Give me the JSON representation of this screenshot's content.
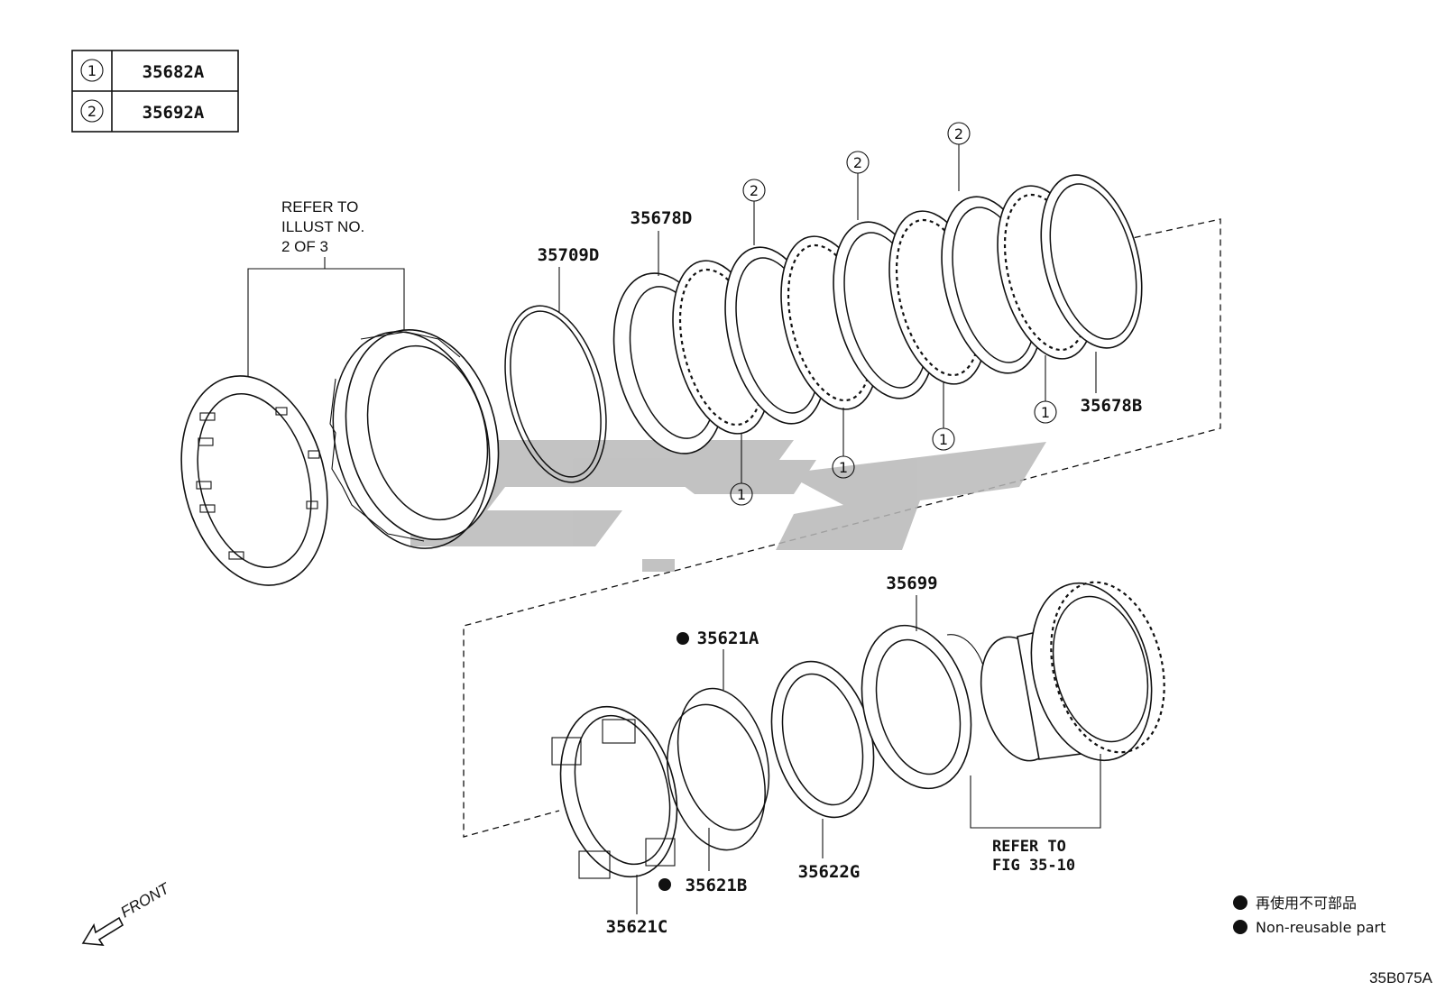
{
  "legend_table": [
    {
      "symbol": "1",
      "part": "35682A"
    },
    {
      "symbol": "2",
      "part": "35692A"
    }
  ],
  "notes": {
    "refer_illust": [
      "REFER TO",
      "ILLUST NO.",
      "2 OF 3"
    ],
    "refer_fig": [
      "REFER TO",
      "FIG 35-10"
    ],
    "front": "FRONT"
  },
  "parts": {
    "p35709D": "35709D",
    "p35678D": "35678D",
    "p35678B": "35678B",
    "p35699": "35699",
    "p35621A": "35621A",
    "p35621B": "35621B",
    "p35621C": "35621C",
    "p35622G": "35622G"
  },
  "callouts": {
    "one": "1",
    "two": "2"
  },
  "legend": {
    "jp": "再使用不可部品",
    "en": "Non-reusable part"
  },
  "figure_code": "35B075A"
}
